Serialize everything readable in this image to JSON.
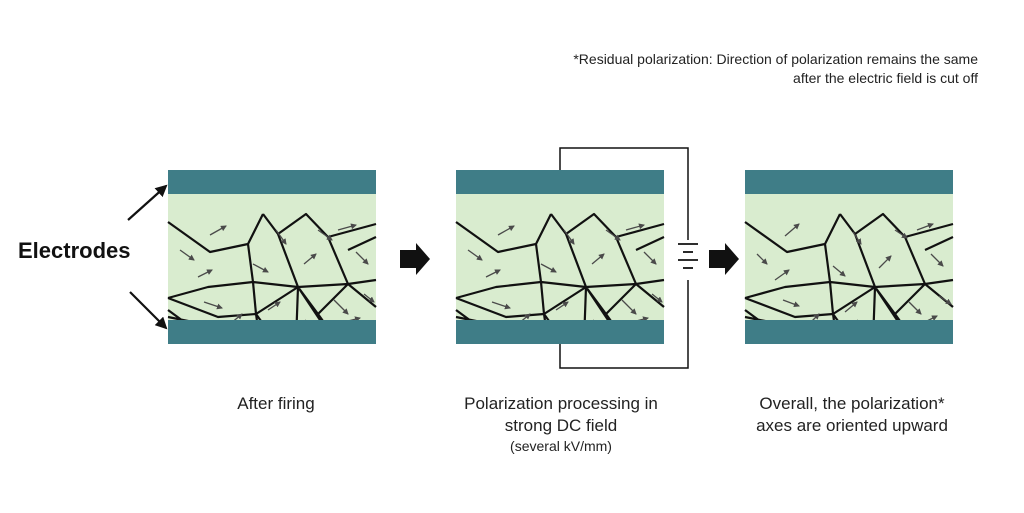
{
  "note": "*Residual polarization: Direction of polarization remains the same after the electric field is cut off",
  "electrodes_label": "Electrodes",
  "captions": {
    "after_firing": "After firing",
    "processing_line1": "Polarization processing in",
    "processing_line2": "strong DC field",
    "processing_sub": "(several kV/mm)",
    "oriented_line1": "Overall, the polarization*",
    "oriented_line2": "axes are oriented upward"
  },
  "colors": {
    "electrode": "#3f7d87",
    "ceramic": "#d9eccf",
    "grain_line": "#111111",
    "polarization_arrow": "#4a4a4a",
    "process_arrow": "#111111"
  },
  "icons": [
    "right-arrow-icon",
    "battery-icon",
    "polarization-arrow-icon"
  ]
}
